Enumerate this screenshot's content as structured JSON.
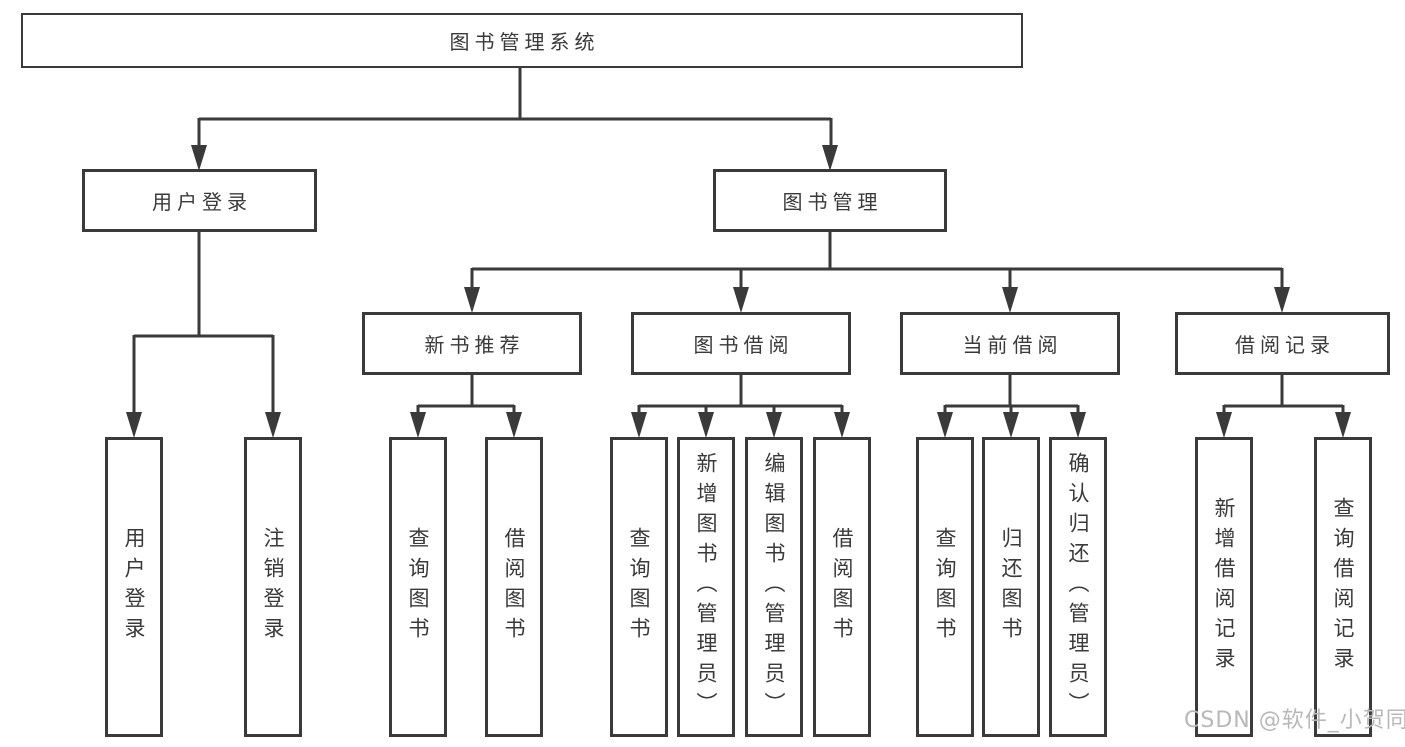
{
  "tree": {
    "root": {
      "label": "图书管理系统"
    },
    "level2": [
      {
        "label": "用户登录",
        "children": [
          {
            "label": "用户登录"
          },
          {
            "label": "注销登录"
          }
        ]
      },
      {
        "label": "图书管理",
        "children": [
          {
            "label": "新书推荐",
            "children": [
              {
                "label": "查询图书"
              },
              {
                "label": "借阅图书"
              }
            ]
          },
          {
            "label": "图书借阅",
            "children": [
              {
                "label": "查询图书"
              },
              {
                "label": "新增图书（管理员）"
              },
              {
                "label": "编辑图书（管理员）"
              },
              {
                "label": "借阅图书"
              }
            ]
          },
          {
            "label": "当前借阅",
            "children": [
              {
                "label": "查询图书"
              },
              {
                "label": "归还图书"
              },
              {
                "label": "确认归还（管理员）"
              }
            ]
          },
          {
            "label": "借阅记录",
            "children": [
              {
                "label": "新增借阅记录"
              },
              {
                "label": "查询借阅记录"
              }
            ]
          }
        ]
      }
    ]
  },
  "watermark": {
    "text": "CSDN @软件_小贺同学"
  },
  "colors": {
    "line": "#3a3a3a",
    "text": "#3a3a3a",
    "box_background": "#ffffff",
    "watermark": "#b8b8b8",
    "background": "#ffffff"
  }
}
